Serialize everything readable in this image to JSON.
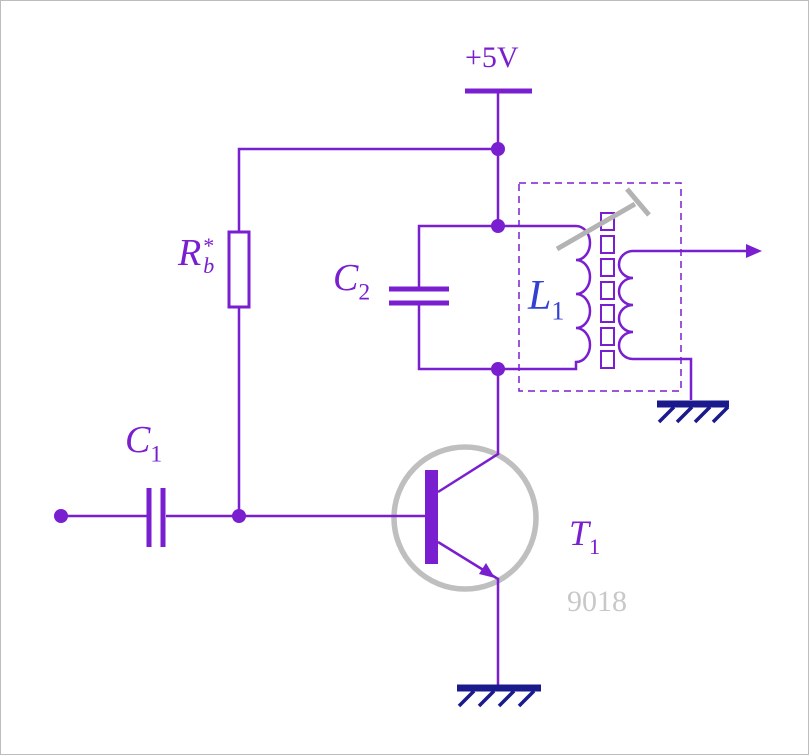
{
  "labels": {
    "supply": "+5V",
    "rb": {
      "base": "R",
      "sup": "*",
      "sub": "b"
    },
    "c1": {
      "base": "C",
      "sub": "1"
    },
    "c2": {
      "base": "C",
      "sub": "2"
    },
    "l1": {
      "base": "L",
      "sub": "1"
    },
    "t1": {
      "base": "T",
      "sub": "1"
    },
    "part_number": "9018"
  },
  "colors": {
    "wire": "#7A1FD0",
    "blue": "#3340D0",
    "ground": "#1A1A8C",
    "tgray": "#BFBFBF",
    "pgray": "#C8C8C8",
    "slug": "#B3B3B3"
  }
}
